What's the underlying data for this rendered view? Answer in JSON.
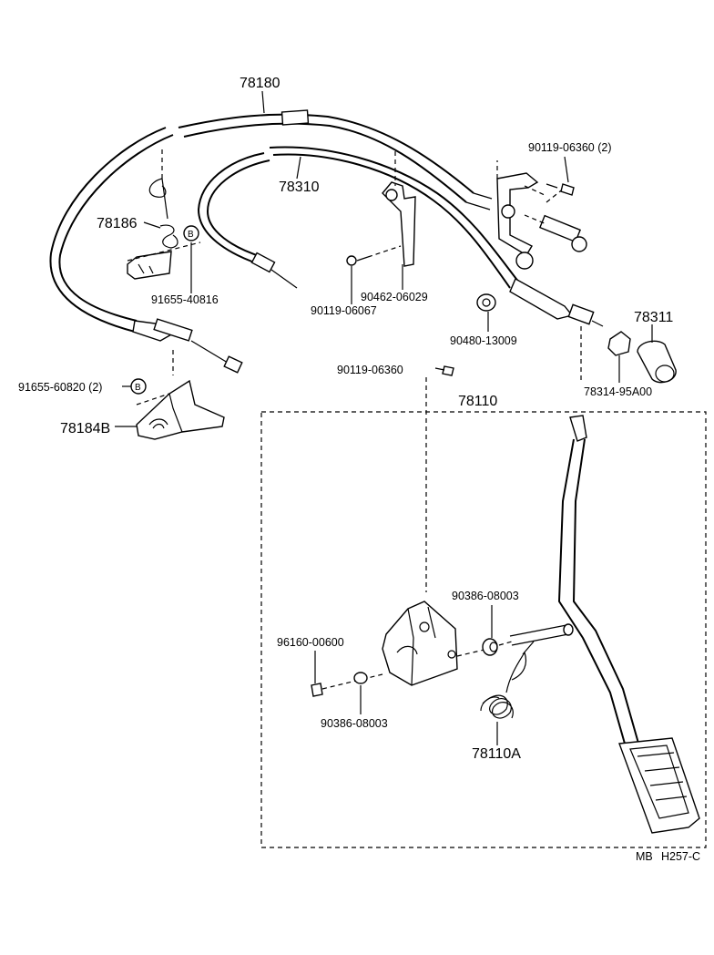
{
  "labels": {
    "p78180": "78180",
    "p78310": "78310",
    "p78186": "78186",
    "p91655_40816": "91655-40816",
    "p90119_06360_2": "90119-06360 (2)",
    "p90462_06029": "90462-06029",
    "p90119_06067": "90119-06067",
    "p90480_13009": "90480-13009",
    "p78311": "78311",
    "p78314_95A00": "78314-95A00",
    "p90119_06360": "90119-06360",
    "p91655_60820_2": "91655-60820 (2)",
    "p78184B": "78184B",
    "p78110": "78110",
    "p90386_08003_top": "90386-08003",
    "p96160_00600": "96160-00600",
    "p90386_08003_bot": "90386-08003",
    "p78110A": "78110A",
    "circle_b": "B",
    "footer_mb": "MB",
    "footer_code": "H257-C"
  }
}
